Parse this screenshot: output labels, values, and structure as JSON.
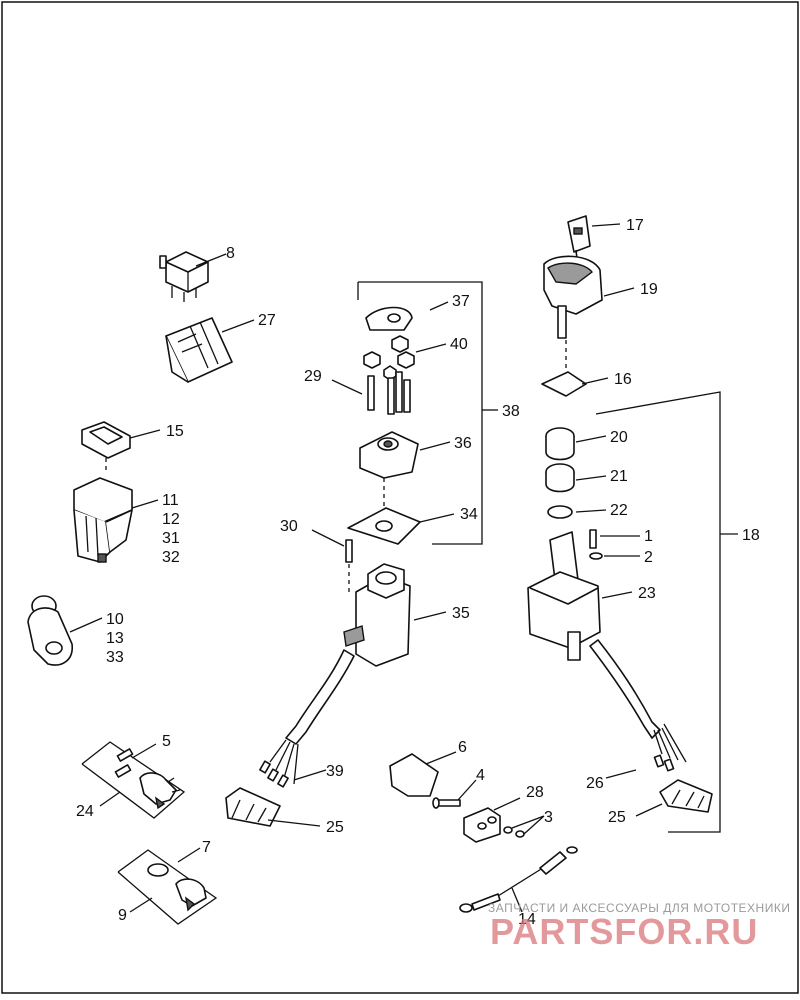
{
  "callouts": [
    "1",
    "2",
    "3",
    "4",
    "5",
    "6",
    "7",
    "8",
    "9",
    "10",
    "11",
    "12",
    "13",
    "14",
    "15",
    "16",
    "17",
    "18",
    "19",
    "20",
    "21",
    "22",
    "23",
    "24",
    "25",
    "26",
    "27",
    "28",
    "29",
    "30",
    "31",
    "32",
    "33",
    "34",
    "35",
    "36",
    "37",
    "38",
    "39",
    "40"
  ],
  "labels": {
    "l1": "1",
    "l2": "2",
    "l3": "3",
    "l4": "4",
    "l5": "5",
    "l6": "6",
    "l7": "7",
    "l8": "8",
    "l9": "9",
    "l10": "10",
    "l11": "11",
    "l12": "12",
    "l13": "13",
    "l14": "14",
    "l15": "15",
    "l16": "16",
    "l17": "17",
    "l18": "18",
    "l19": "19",
    "l20": "20",
    "l21": "21",
    "l22": "22",
    "l23": "23",
    "l24": "24",
    "l25a": "25",
    "l25b": "25",
    "l26": "26",
    "l27": "27",
    "l28": "28",
    "l29": "29",
    "l30": "30",
    "l31": "31",
    "l32": "32",
    "l33": "33",
    "l34": "34",
    "l35": "35",
    "l36": "36",
    "l37": "37",
    "l38": "38",
    "l39": "39",
    "l40": "40"
  },
  "watermark": {
    "tagline": "ЗАПЧАСТИ И АКСЕССУАРЫ ДЛЯ МОТОТЕХНИКИ",
    "logo": "PARTSFOR.RU",
    "logo_color": "#d9777a"
  },
  "colors": {
    "line": "#111111",
    "shade": "#9a9a9a",
    "background": "#ffffff"
  }
}
